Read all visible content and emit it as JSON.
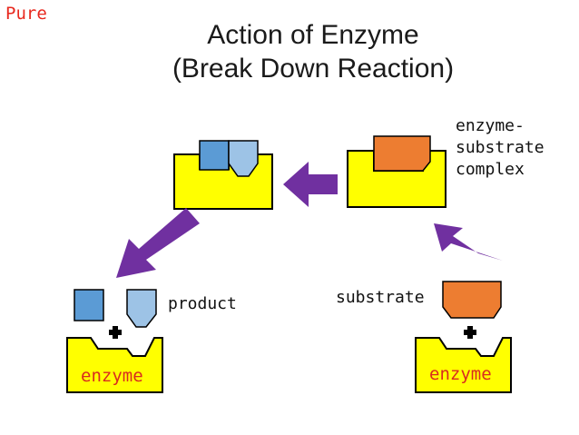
{
  "corner_tag": "Pure",
  "title": {
    "line1": "Action of Enzyme",
    "line2": "(Break Down Reaction)"
  },
  "labels": {
    "complex_line1": "enzyme-",
    "complex_line2": "substrate",
    "complex_line3": "complex",
    "substrate": "substrate",
    "product": "product",
    "enzyme_left": "enzyme",
    "enzyme_right": "enzyme"
  },
  "colors": {
    "enzyme": "#ffff00",
    "substrate": "#ed7d31",
    "product_dark": "#5b9bd5",
    "product_light": "#9dc3e6",
    "arrow": "#7030a0",
    "label_enzyme": "#d92b1f",
    "corner_tag": "#e8281e"
  },
  "icons": [
    "plus-icon",
    "arrow-icon"
  ]
}
